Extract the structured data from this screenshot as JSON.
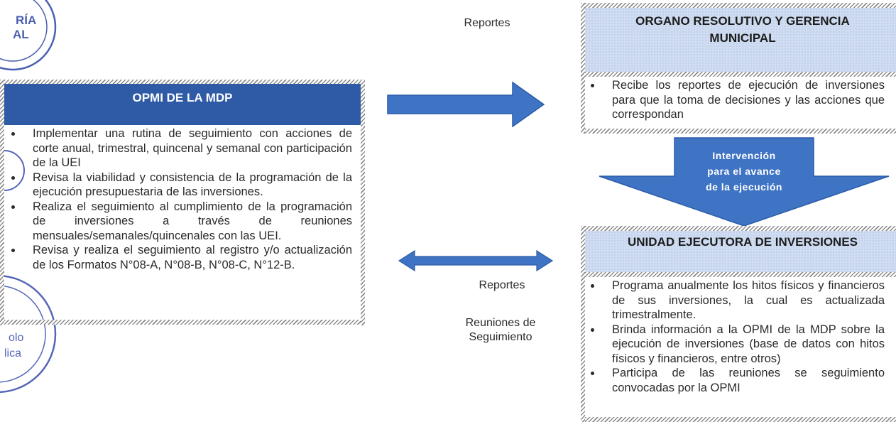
{
  "opmi": {
    "title": "OPMI  DE LA MDP",
    "items": [
      "Implementar una rutina de seguimiento con acciones de corte anual, trimestral, quincenal y semanal con participación de la UEI",
      "Revisa la viabilidad y consistencia de la programación de la ejecución presupuestaria de las inversiones.",
      "Realiza el seguimiento al cumplimiento de la programación de inversiones a través de reuniones mensuales/semanales/quincenales con las UEI.",
      "Revisa y realiza el seguimiento al registro y/o actualización de los Formatos N°08-A, N°08-B, N°08-C, N°12-B."
    ]
  },
  "organo": {
    "title_line1": "ORGANO RESOLUTIVO Y GERENCIA",
    "title_line2": "MUNICIPAL",
    "items": [
      "Recibe los reportes de ejecución de inversiones para que la toma de decisiones y las acciones que correspondan"
    ]
  },
  "unidad": {
    "title": "UNIDAD EJECUTORA DE INVERSIONES",
    "items": [
      "Programa anualmente los hitos físicos y financieros de sus inversiones, la cual es actualizada trimestralmente.",
      "Brinda información a la OPMI de la MDP sobre la ejecución de inversiones (base de datos con hitos físicos y financieros, entre otros)",
      "Participa de las reuniones se seguimiento convocadas por la OPMI"
    ]
  },
  "down_arrow": {
    "line1": "Intervención",
    "line2": "para el avance",
    "line3": "de la ejecución"
  },
  "labels": {
    "reportes_top": "Reportes",
    "reportes_bottom": "Reportes",
    "reuniones_line1": "Reuniones de",
    "reuniones_line2": "Seguimiento"
  },
  "colors": {
    "header_blue": "#2f5aa6",
    "arrow_blue": "#3f73c4",
    "light_blue": "#cfdcf1"
  }
}
